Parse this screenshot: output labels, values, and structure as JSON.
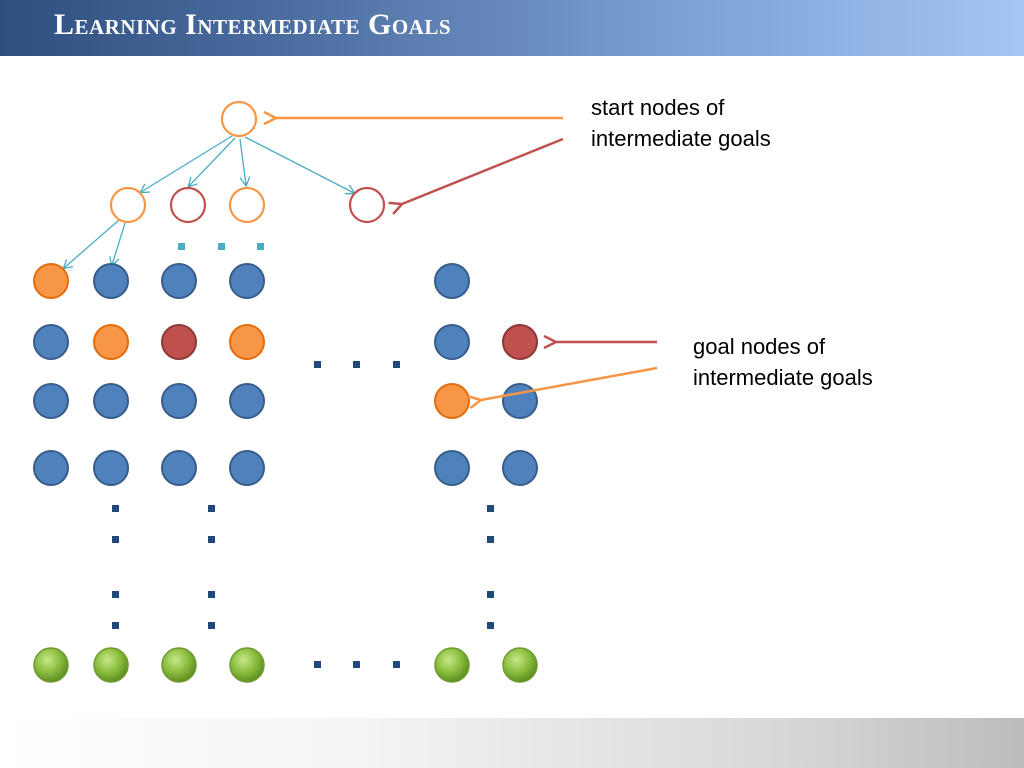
{
  "title": "Learning Intermediate Goals",
  "labels": {
    "start_line1": "start nodes of",
    "start_line2": "intermediate goals",
    "goal_line1": "goal nodes of",
    "goal_line2": "intermediate goals"
  },
  "colors": {
    "orange": "#f79646",
    "red": "#c0504d",
    "blue": "#4f81bd",
    "blue_dark": "#385d8a",
    "green": "#8cbf3f",
    "teal_edge": "#4bacc6",
    "dots_dark": "#1f497d",
    "title_text": "#ffffff"
  }
}
